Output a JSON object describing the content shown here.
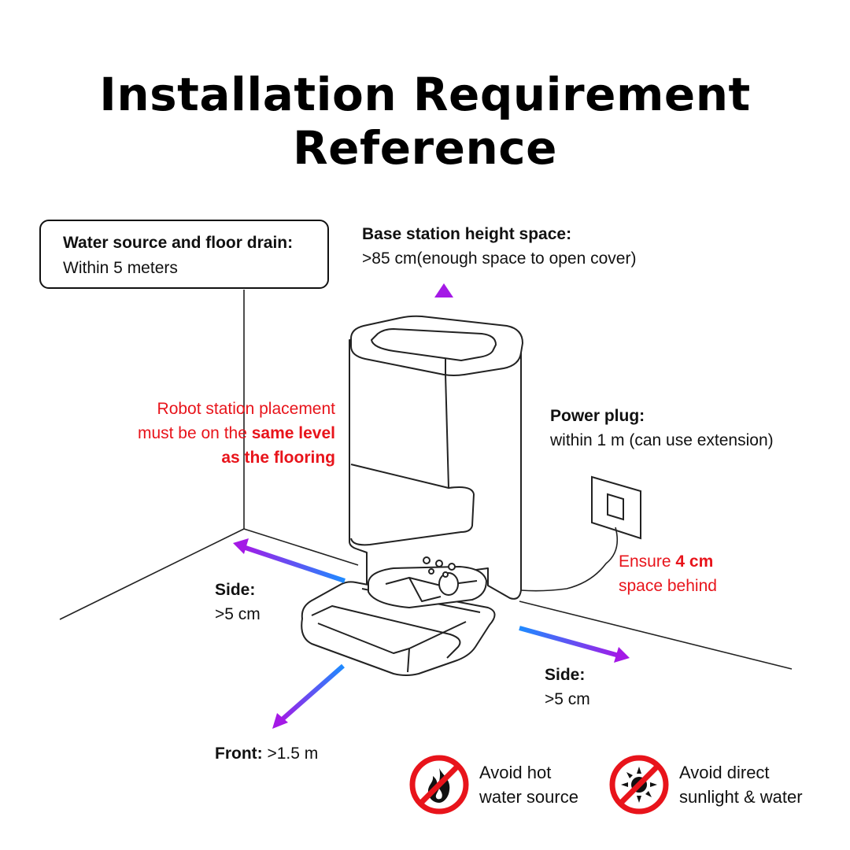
{
  "title": {
    "line1": "Installation Requirement",
    "line2": "Reference"
  },
  "water_source": {
    "heading": "Water source and floor drain:",
    "value": "Within 5 meters"
  },
  "height_space": {
    "heading": "Base station height space:",
    "value": ">85 cm(enough space to open cover)"
  },
  "placement_note": {
    "line1": "Robot station placement",
    "line2_prefix": "must be on the ",
    "line2_bold": "same level",
    "line3_bold": "as the flooring"
  },
  "power_plug": {
    "heading": "Power plug:",
    "value": "within 1 m (can use extension)"
  },
  "behind_space": {
    "prefix": "Ensure ",
    "bold": "4 cm",
    "line2": "space behind"
  },
  "side_left": {
    "heading": "Side:",
    "value": ">5 cm"
  },
  "side_right": {
    "heading": "Side:",
    "value": ">5 cm"
  },
  "front": {
    "heading": "Front:",
    "value": " >1.5 m"
  },
  "warnings": [
    {
      "icon": "no-fire-icon",
      "line1": "Avoid hot",
      "line2": "water source"
    },
    {
      "icon": "no-sun-icon",
      "line1": "Avoid direct",
      "line2": "sunlight & water"
    }
  ],
  "colors": {
    "accent_red": "#e8141b",
    "arrow_start": "#1e8bff",
    "arrow_end": "#a419e6",
    "line": "#111111"
  }
}
